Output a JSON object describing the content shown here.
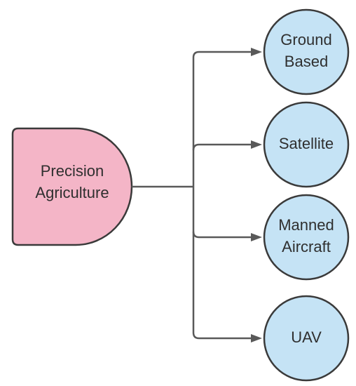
{
  "source_node": {
    "label_lines": [
      "Precision",
      "Agriculture"
    ],
    "fill": "#f4b5c7",
    "stroke": "#3a3a3a"
  },
  "target_nodes": [
    {
      "id": "ground-based",
      "label_lines": [
        "Ground",
        "Based"
      ]
    },
    {
      "id": "satellite",
      "label_lines": [
        "Satellite"
      ]
    },
    {
      "id": "manned-aircraft",
      "label_lines": [
        "Manned",
        "Aircraft"
      ]
    },
    {
      "id": "uav",
      "label_lines": [
        "UAV"
      ]
    }
  ],
  "colors": {
    "target_fill": "#c5e3f5",
    "target_stroke": "#3a3a3a",
    "connector": "#595959",
    "text": "#2f2f2f"
  }
}
